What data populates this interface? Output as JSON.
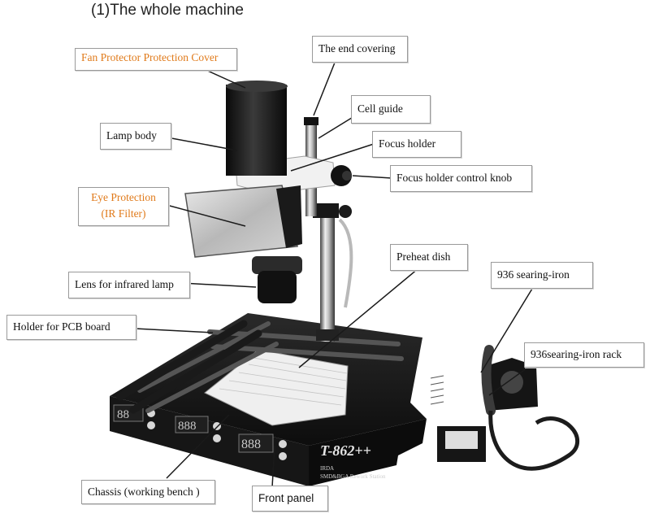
{
  "title": "(1)The whole machine",
  "labels": {
    "fan_cover": "Fan Protector Protection Cover",
    "end_covering": "The end covering",
    "cell_guide": "Cell guide",
    "lamp_body": "Lamp body",
    "focus_holder": "Focus holder",
    "focus_knob": "Focus holder control knob",
    "eye_protection_1": "Eye Protection",
    "eye_protection_2": "(IR Filter)",
    "preheat_dish": "Preheat dish",
    "searing_iron": "936 searing-iron",
    "lens": "Lens for infrared lamp",
    "pcb_holder": "Holder for PCB board",
    "iron_rack": "936searing-iron rack",
    "chassis": "Chassis (working bench )",
    "front_panel": "Front panel"
  },
  "machine": {
    "model": "T-862++",
    "subtitle_1": "IRDA",
    "subtitle_2": "SMD&BGA Rework Station",
    "display_1": "88",
    "display_2": "888",
    "display_3": "888"
  },
  "colors": {
    "accent_orange": "#e07a1a",
    "chassis": "#141414",
    "preheat_plate": "#ececec"
  }
}
